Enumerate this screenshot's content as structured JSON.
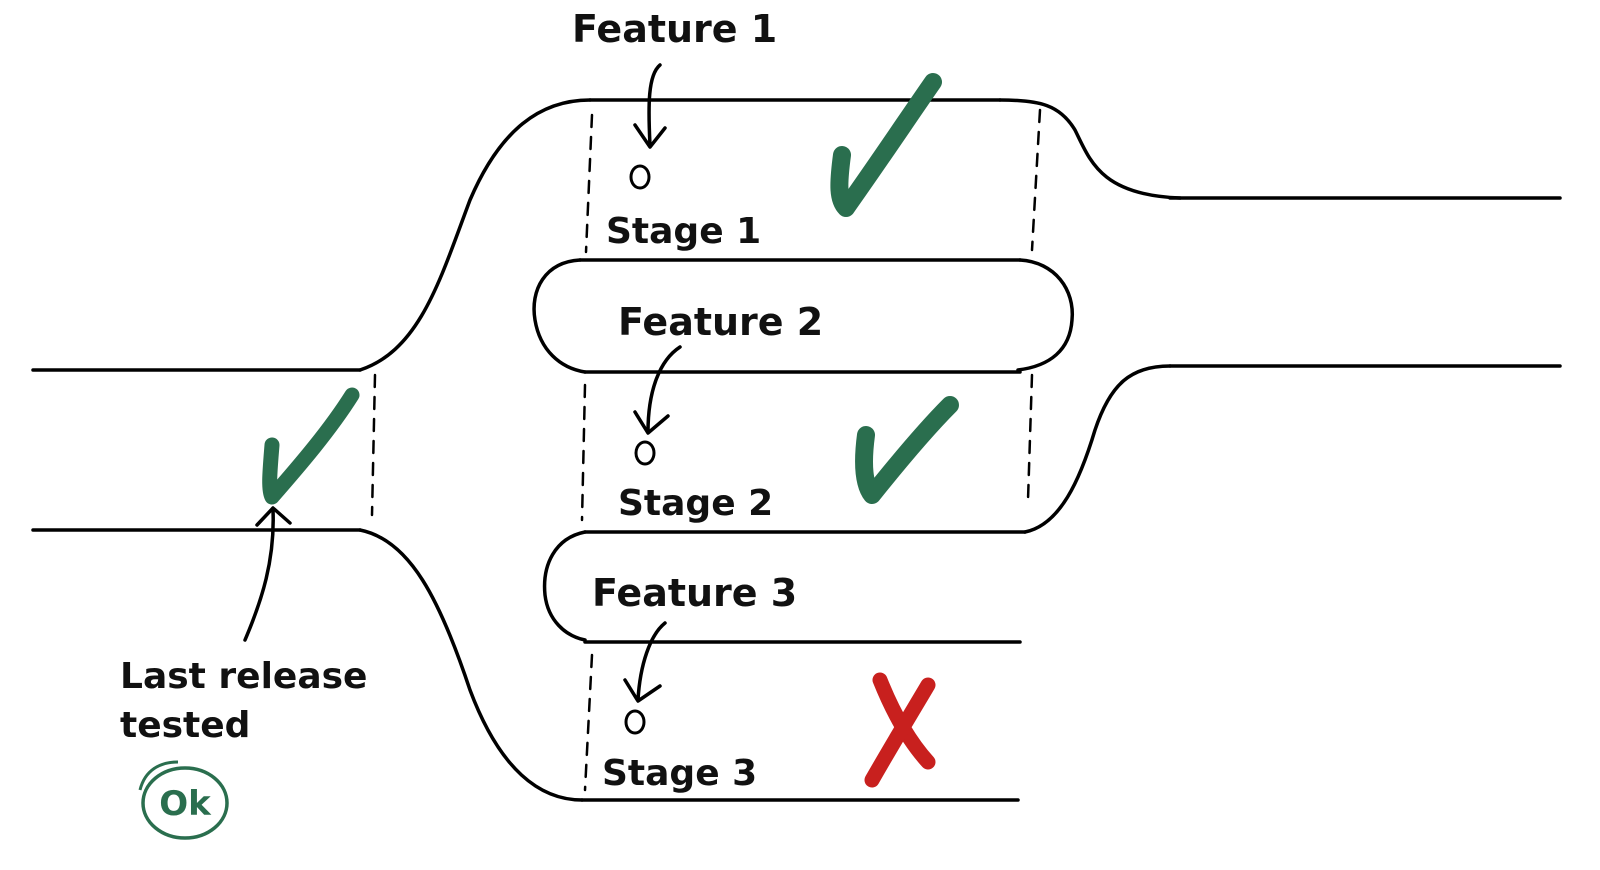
{
  "features": {
    "f1": "Feature 1",
    "f2": "Feature 2",
    "f3": "Feature 3"
  },
  "stages": {
    "s1": {
      "label": "Stage 1",
      "status": "passed"
    },
    "s2": {
      "label": "Stage 2",
      "status": "passed"
    },
    "s3": {
      "label": "Stage 3",
      "status": "failed"
    }
  },
  "last_release": {
    "line1": "Last release",
    "line2": "tested",
    "badge": "Ok",
    "status": "passed"
  },
  "colors": {
    "ink": "#000000",
    "pass": "#2a6e4e",
    "fail": "#c8201e"
  }
}
